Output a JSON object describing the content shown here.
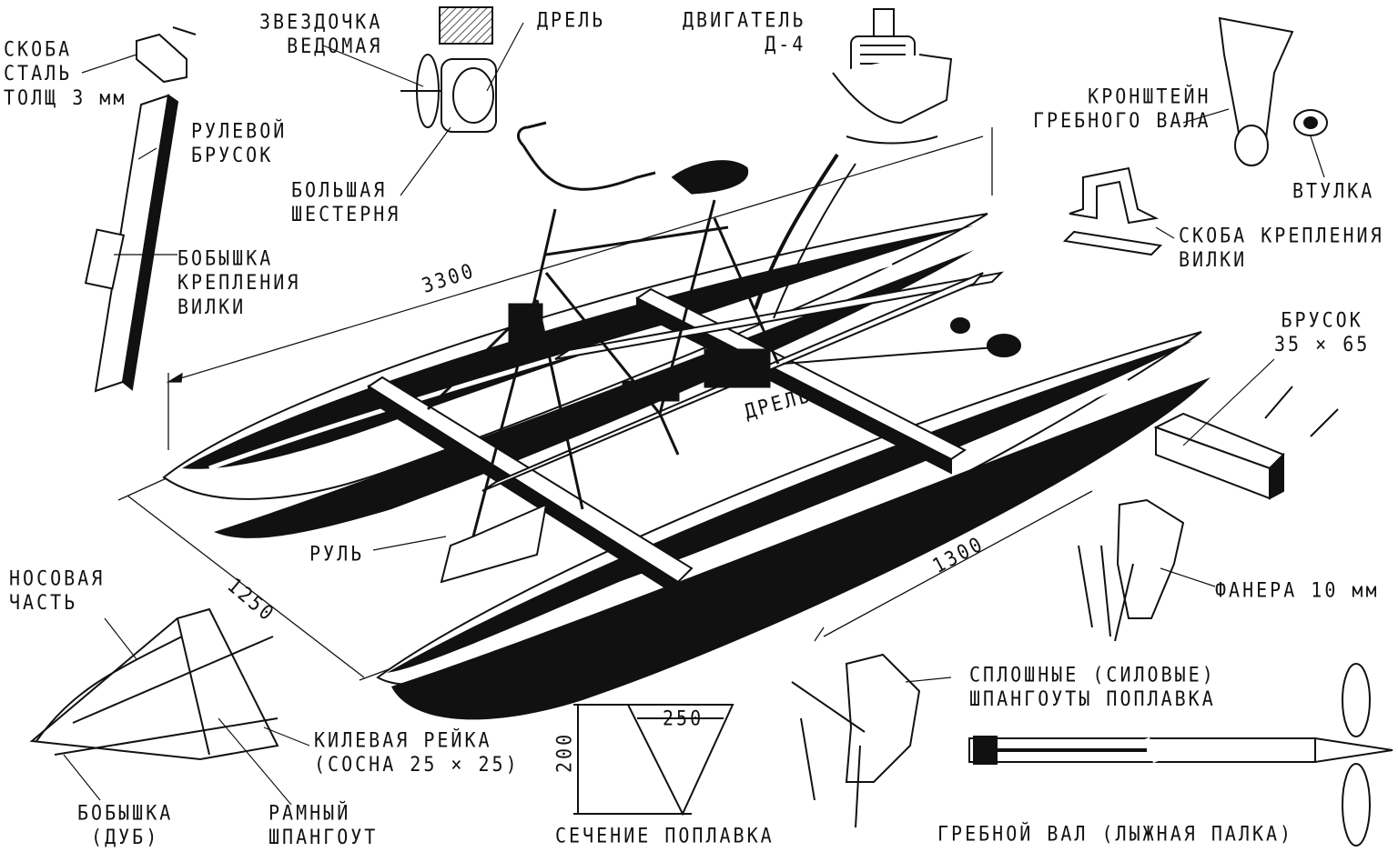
{
  "labels": {
    "skoba": [
      "СКОБА",
      "СТАЛЬ",
      "ТОЛЩ 3 мм"
    ],
    "zvezdochka": [
      "ЗВЕЗДОЧКА",
      "ВЕДОМАЯ"
    ],
    "drel_top": "ДРЕЛЬ",
    "dvigatel": [
      "ДВИГАТЕЛЬ",
      "Д-4"
    ],
    "kronshtein": [
      "КРОНШТЕЙН",
      "ГРЕБНОГО ВАЛА"
    ],
    "vtulka": "ВТУЛКА",
    "rulevoi": [
      "РУЛЕВОЙ",
      "БРУСОК"
    ],
    "bolshaya": [
      "БОЛЬШАЯ",
      "ШЕСТЕРНЯ"
    ],
    "skoba_krepleniya": [
      "СКОБА КРЕПЛЕНИЯ",
      "ВИЛКИ"
    ],
    "bobyshka_krepl": [
      "БОБЫШКА",
      "КРЕПЛЕНИЯ",
      "ВИЛКИ"
    ],
    "dim_3300": "3300",
    "brusok": [
      "БРУСОК",
      "35 × 65"
    ],
    "drel_mid": "ДРЕЛЬ",
    "rul": "РУЛЬ",
    "dim_1250": "1250",
    "dim_1300": "1300",
    "fanera": "ФАНЕРА 10 мм",
    "nosovaya": [
      "НОСОВАЯ",
      "ЧАСТЬ"
    ],
    "sploshnye": [
      "СПЛОШНЫЕ (СИЛОВЫЕ)",
      "ШПАНГОУТЫ ПОПЛАВКА"
    ],
    "kilevaya": [
      "КИЛЕВАЯ РЕЙКА",
      "(СОСНА 25 × 25)"
    ],
    "dim_250": "250",
    "dim_200": "200",
    "bobyshka_dub": [
      "БОБЫШКА",
      "(ДУБ)"
    ],
    "ramnyi": [
      "РАМНЫЙ",
      "ШПАНГОУТ"
    ],
    "sechenie": "СЕЧЕНИЕ ПОПЛАВКА",
    "grebnoi_val": "ГРЕБНОЙ ВАЛ (ЛЫЖНАЯ ПАЛКА)"
  },
  "colors": {
    "ink": "#111111",
    "paper": "#ffffff",
    "hatch": "#555555"
  }
}
